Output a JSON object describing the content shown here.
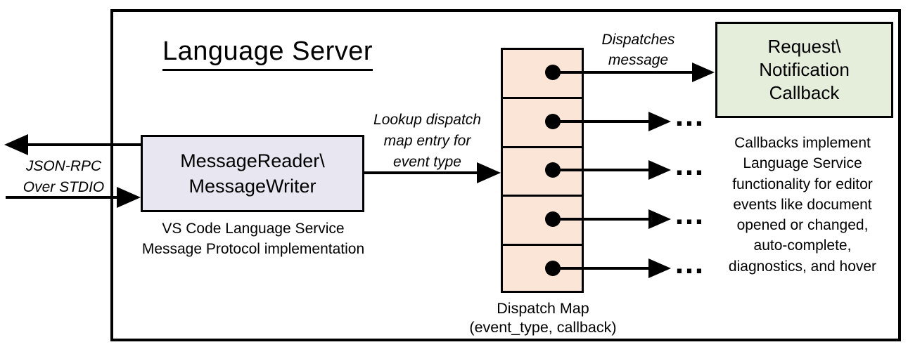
{
  "diagram": {
    "title": "Language Server",
    "message_reader": {
      "line1": "MessageReader\\",
      "line2": "MessageWriter",
      "caption_line1": "VS Code Language Service",
      "caption_line2": "Message Protocol implementation",
      "fill": "#e8e7f1"
    },
    "stdio_label": {
      "line1": "JSON-RPC",
      "line2": "Over STDIO"
    },
    "lookup_label": {
      "line1": "Lookup dispatch",
      "line2": "map entry for",
      "line3": "event type"
    },
    "dispatches_label": {
      "line1": "Dispatches",
      "line2": "message"
    },
    "dispatch_map": {
      "caption_line1": "Dispatch Map",
      "caption_line2": "(event_type, callback)",
      "cell_count": 5,
      "fill": "#fbe5d6"
    },
    "callback_box": {
      "line1": "Request\\",
      "line2": "Notification",
      "line3": "Callback",
      "fill": "#e5eedb"
    },
    "callbacks_note": {
      "lines": [
        "Callbacks implement",
        "Language Service",
        "functionality for editor",
        "events like document",
        "opened or changed,",
        "auto-complete,",
        "diagnostics, and hover"
      ]
    },
    "ellipsis": "…",
    "colors": {
      "line": "#000000",
      "background": "#ffffff"
    }
  }
}
